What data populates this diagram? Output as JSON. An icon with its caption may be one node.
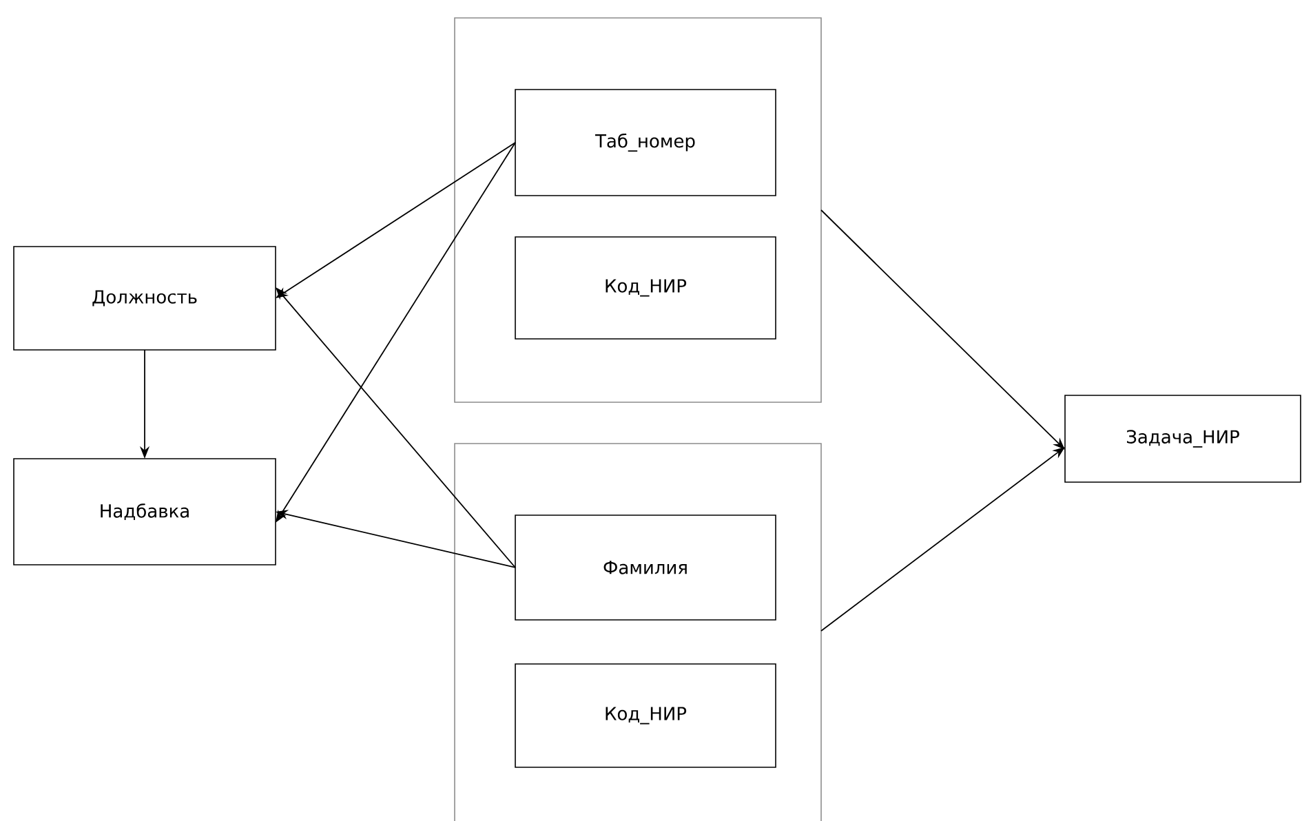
{
  "diagram": {
    "nodes": [
      {
        "text": [],
        "shape": "box"
      },
      {
        "text": [
          "Таб_номер"
        ],
        "in": 0
      },
      {
        "text": [
          "Код_НИР"
        ],
        "in": 0
      },
      {
        "text": [],
        "shape": "box"
      },
      {
        "text": [
          "Фамилия"
        ],
        "in": 3
      },
      {
        "text": [
          "Код_НИР"
        ],
        "in": 3
      },
      {
        "text": [
          "Должность"
        ]
      },
      {
        "text": [
          "Надбавка"
        ]
      },
      {
        "text": [
          "Задача_НИР"
        ]
      }
    ],
    "edges": [
      {
        "from": 1,
        "to": 6,
        "arrow": "to"
      },
      {
        "from": 1,
        "to": 7,
        "arrow": "to"
      },
      {
        "from": 4,
        "to": 6,
        "arrow": "to"
      },
      {
        "from": 4,
        "to": 7,
        "arrow": "to"
      },
      {
        "from": 6,
        "to": 7,
        "arrow": "to"
      },
      {
        "from": 0,
        "to": 8,
        "arrow": "to"
      },
      {
        "from": 3,
        "to": 8,
        "arrow": "to"
      }
    ]
  }
}
